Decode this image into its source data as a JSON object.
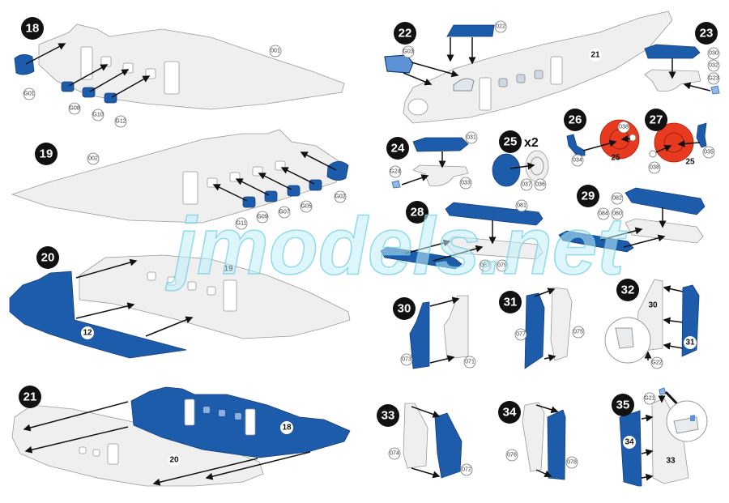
{
  "watermark": "jmodels.net",
  "steps": {
    "s18": {
      "number": "18",
      "parts": [
        "001",
        "G01",
        "G08",
        "G10",
        "G12"
      ]
    },
    "s19": {
      "number": "19",
      "parts": [
        "002",
        "G11",
        "G09",
        "G07",
        "G05",
        "G02"
      ]
    },
    "s20": {
      "number": "20",
      "subassemblies": [
        "19",
        "12"
      ]
    },
    "s21": {
      "number": "21",
      "subassemblies": [
        "18",
        "20"
      ]
    },
    "s22": {
      "number": "22",
      "parts": [
        "022",
        "G03"
      ],
      "subassemblies": [
        "21"
      ]
    },
    "s23": {
      "number": "23",
      "parts": [
        "030",
        "032",
        "G23"
      ]
    },
    "s24": {
      "number": "24",
      "parts": [
        "031",
        "G24",
        "033"
      ]
    },
    "s25": {
      "number": "25",
      "multiplier": "x2",
      "parts": [
        "037",
        "036"
      ]
    },
    "s26": {
      "number": "26",
      "parts": [
        "038",
        "034"
      ],
      "subassemblies": [
        "25"
      ]
    },
    "s27": {
      "number": "27",
      "parts": [
        "035",
        "038"
      ],
      "subassemblies": [
        "25"
      ]
    },
    "s28": {
      "number": "28",
      "parts": [
        "081",
        "083",
        "079"
      ]
    },
    "s29": {
      "number": "29",
      "parts": [
        "082",
        "084",
        "080"
      ]
    },
    "s30": {
      "number": "30",
      "parts": [
        "073",
        "071"
      ]
    },
    "s31": {
      "number": "31",
      "parts": [
        "077",
        "075"
      ]
    },
    "s32": {
      "number": "32",
      "parts": [
        "G22"
      ],
      "subassemblies": [
        "30",
        "31"
      ]
    },
    "s33": {
      "number": "33",
      "parts": [
        "074",
        "072"
      ]
    },
    "s34": {
      "number": "34",
      "parts": [
        "076",
        "078"
      ]
    },
    "s35": {
      "number": "35",
      "parts": [
        "G21"
      ],
      "subassemblies": [
        "34",
        "33"
      ]
    }
  },
  "colors": {
    "part_blue": "#1d5bab",
    "part_red": "#e83a1f",
    "part_grey": "#efefef",
    "step_badge": "#111111"
  }
}
